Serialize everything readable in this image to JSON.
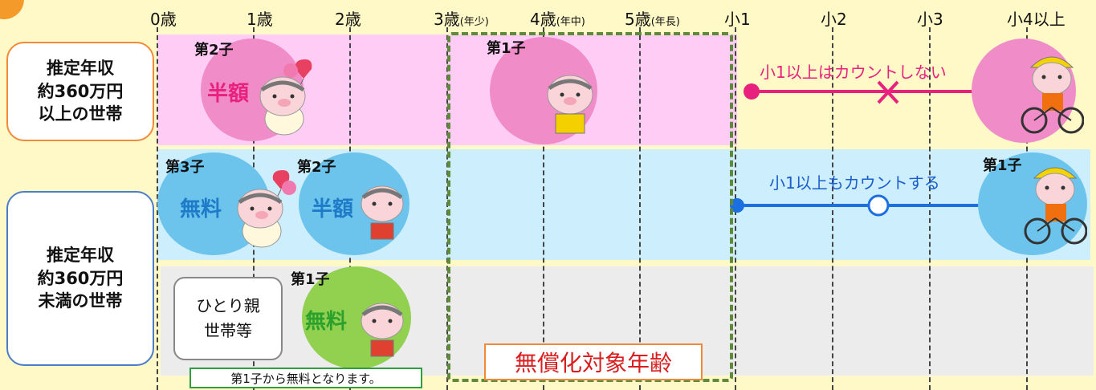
{
  "axis": {
    "labels": [
      {
        "main": "0歳",
        "sub": ""
      },
      {
        "main": "1歳",
        "sub": ""
      },
      {
        "main": "2歳",
        "sub": ""
      },
      {
        "main": "3歳",
        "sub": "(年少)"
      },
      {
        "main": "4歳",
        "sub": "(年中)"
      },
      {
        "main": "5歳",
        "sub": "(年長)"
      },
      {
        "main": "小1",
        "sub": ""
      },
      {
        "main": "小2",
        "sub": ""
      },
      {
        "main": "小3",
        "sub": ""
      },
      {
        "main": "小4以上",
        "sub": ""
      }
    ]
  },
  "households": {
    "high": {
      "line1": "推定年収",
      "line2": "約360万円",
      "line3": "以上の世帯"
    },
    "low": {
      "line1": "推定年収",
      "line2": "約360万円",
      "line3": "未満の世帯"
    }
  },
  "rows": {
    "high": {
      "child2": {
        "label": "第2子",
        "badge": "半額"
      },
      "child1": {
        "label": "第1子"
      },
      "note": "小1以上はカウントしない",
      "school_child": {
        "label": ""
      }
    },
    "low": {
      "child3": {
        "label": "第3子",
        "badge": "無料"
      },
      "child2": {
        "label": "第2子",
        "badge": "半額"
      },
      "note": "小1以上もカウントする",
      "school_child": {
        "label": "第1子"
      }
    },
    "single": {
      "box_line1": "ひとり親",
      "box_line2": "世帯等",
      "child1": {
        "label": "第1子",
        "badge": "無料"
      },
      "footer": "第1子から無料となります。"
    }
  },
  "free_age_label": "無償化対象年齢",
  "colors": {
    "background": "#fff9c7",
    "pink_band": "#ffccf5",
    "blue_band": "#cdeefc",
    "gray_band": "#ececec",
    "pink_circle": "#f08cc8",
    "blue_circle": "#6cc4ec",
    "green_circle": "#92d050",
    "red_arrow": "#e8207e",
    "blue_arrow": "#1b6fe0",
    "frame_green": "#5f8a3a"
  }
}
